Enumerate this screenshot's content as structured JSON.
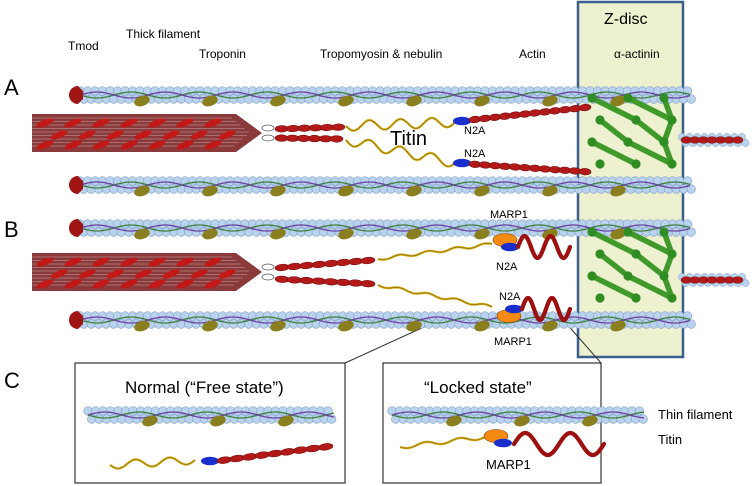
{
  "panels": {
    "a": "A",
    "b": "B",
    "c": "C"
  },
  "labels": {
    "tmod": "Tmod",
    "thick_filament": "Thick filament",
    "troponin": "Troponin",
    "tropomyosin_nebulin": "Tropomyosin  & nebulin",
    "actin": "Actin",
    "z_disc": "Z-disc",
    "alpha_actinin": "α-actinin",
    "titin": "Titin",
    "n2a": "N2A",
    "marp1": "MARP1"
  },
  "panel_c": {
    "normal_title": "Normal (“Free state”)",
    "locked_title": "“Locked state”",
    "thin_filament": "Thin filament",
    "titin": "Titin",
    "marp1": "MARP1"
  },
  "colors": {
    "actin": "#b9d2ee",
    "actin_stroke": "#7f9fc7",
    "troponin": "#8a7f1e",
    "tmod": "#a01414",
    "titin_red": "#b31919",
    "titin_yellow": "#d8b21e",
    "n2a": "#1a2ecc",
    "marp1": "#f58a12",
    "zdisc_fill": "#eef1cf",
    "zdisc_border": "#3b5f8e",
    "actinin": "#3f9a2b",
    "thick": "#8a3a3a"
  }
}
